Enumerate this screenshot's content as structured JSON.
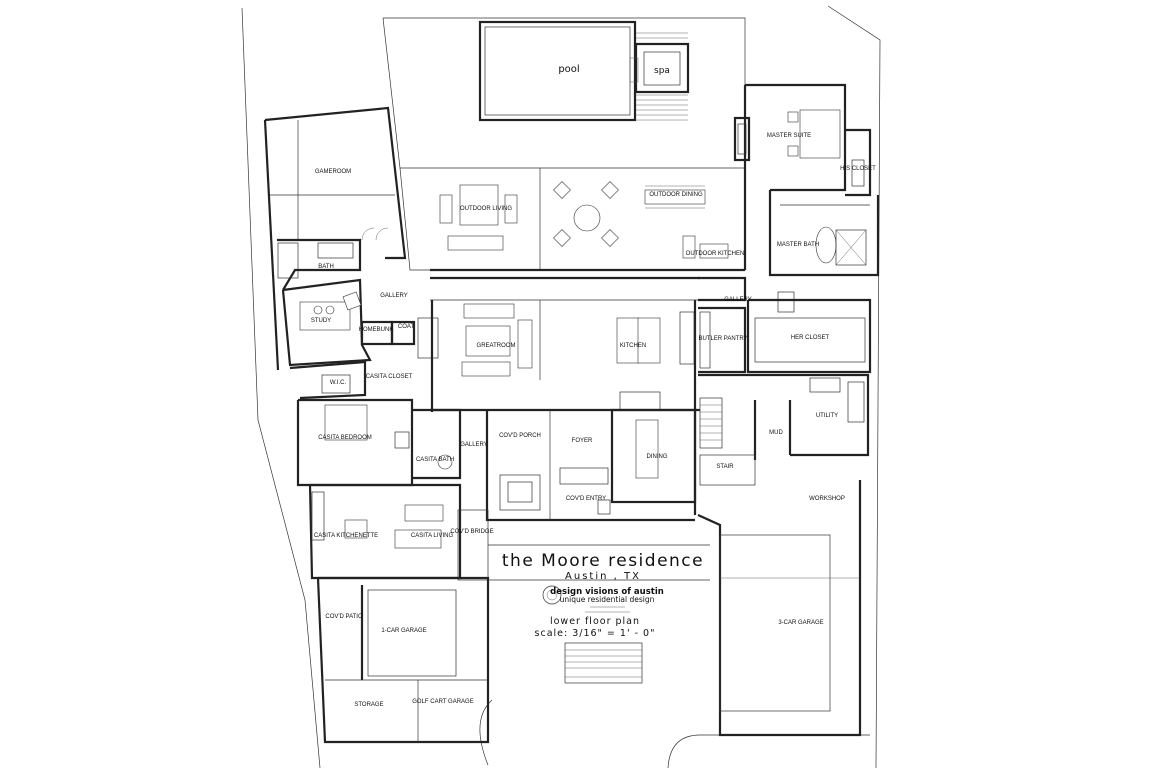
{
  "title": {
    "main": "the Moore residence",
    "location": "Austin , TX",
    "plan_name": "lower floor plan",
    "scale": "scale: 3/16\" = 1' - 0\""
  },
  "logo": {
    "company": "design visions of austin",
    "tagline": "unique residential design"
  },
  "rooms": {
    "pool": "pool",
    "spa": "spa",
    "gameroom": "GAMEROOM",
    "outdoor_living": "OUTDOOR LIVING",
    "outdoor_dining": "OUTDOOR DINING",
    "outdoor_kitchen": "OUTDOOR KITCHEN",
    "master_suite": "MASTER SUITE",
    "his_closet": "HIS CLOSET",
    "master_bath": "MASTER BATH",
    "bath": "BATH",
    "study": "STUDY",
    "gallery_left": "GALLERY",
    "gallery_right": "GALLERY",
    "gallery_mid": "GALLERY",
    "homebunk": "HOMEBUNK",
    "coat": "COAT",
    "greatroom": "GREATROOM",
    "kitchen": "KITCHEN",
    "butler_pantry": "BUTLER PANTRY",
    "her_closet": "HER CLOSET",
    "casita_closet": "CASITA CLOSET",
    "wic": "W.I.C.",
    "casita_bedroom": "CASITA BEDROOM",
    "casita_bath": "CASITA BATH",
    "covd_porch": "COV'D PORCH",
    "foyer": "FOYER",
    "dining": "DINING",
    "mud": "MUD",
    "utility": "UTILITY",
    "stair": "STAIR",
    "covd_entry": "COV'D ENTRY",
    "workshop": "WORKSHOP",
    "casita_kitchenette": "CASITA KITCHENETTE",
    "casita_living": "CASITA LIVING",
    "covd_bridge": "COV'D BRIDGE",
    "covd_patio": "COV'D PATIO",
    "garage_1car": "1-CAR GARAGE",
    "garage_3car": "3-CAR GARAGE",
    "storage": "STORAGE",
    "golf_cart_garage": "GOLF CART GARAGE"
  },
  "colors": {
    "line": "#222222",
    "paper": "#ffffff"
  }
}
